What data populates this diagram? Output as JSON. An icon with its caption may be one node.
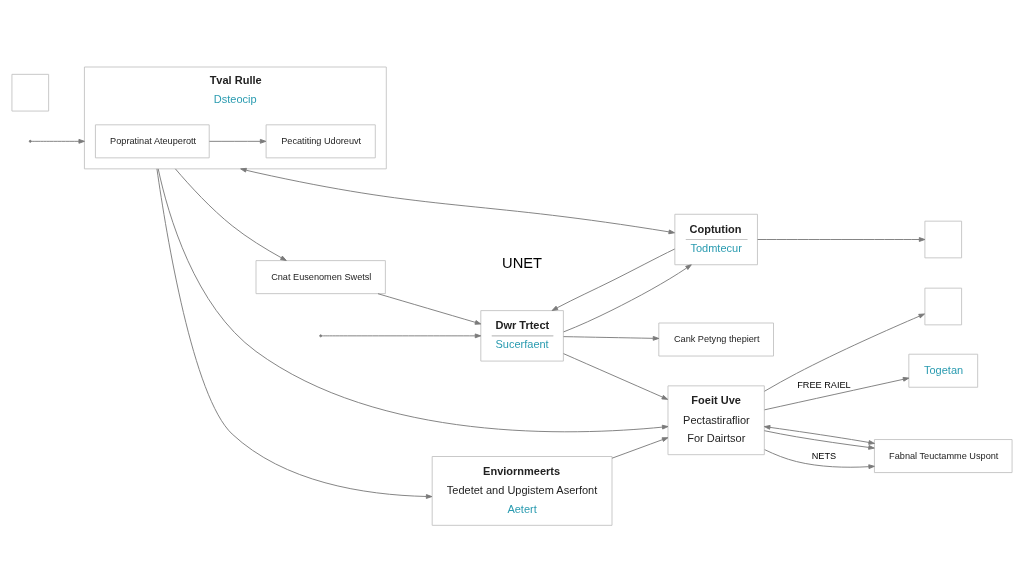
{
  "diagram": {
    "nodes": [
      {
        "text": [
          "Dwr Trtect",
          "Sucerfaent"
        ]
      },
      {
        "text": [
          "Cnat Eusenomen Swetsl"
        ]
      },
      {
        "text": [
          "Cank Petyng thepiert"
        ]
      },
      {
        "text": [],
        "shape": "box"
      },
      {
        "text": [],
        "shape": "box"
      },
      {
        "text": [
          "Tval Rulle",
          "Dsteocip"
        ]
      },
      {
        "text": [
          "Popratinat Ateuperott"
        ],
        "in": 5
      },
      {
        "text": [
          "Pecatiting Udoreuvt"
        ],
        "in": 5
      },
      {
        "text": [],
        "shape": "box"
      },
      {
        "text": [
          "Enviornmeerts",
          "Tedetet and Upgistem Aserfont",
          "Aetert"
        ]
      },
      {
        "text": [
          "Foeit Uve",
          "Pectastiraflior",
          "For Dairtsor"
        ]
      },
      {
        "text": [
          "Togetan"
        ]
      },
      {
        "text": [
          "Coptution",
          "Todmtecur"
        ]
      },
      {
        "text": [
          "Fabnal Teuctamme Uspont"
        ]
      }
    ],
    "edges": [
      {
        "from": null,
        "to": 0,
        "arrow": "to"
      },
      {
        "from": null,
        "to": 5,
        "arrow": "to"
      },
      {
        "from": 5,
        "to": 1,
        "arrow": "to"
      },
      {
        "from": 1,
        "to": 0,
        "arrow": "to"
      },
      {
        "from": 0,
        "to": 2,
        "arrow": "to"
      },
      {
        "from": 6,
        "to": 7,
        "arrow": "to"
      },
      {
        "from": 5,
        "to": 9,
        "arrow": "to"
      },
      {
        "from": 9,
        "to": 10,
        "arrow": "to"
      },
      {
        "from": 0,
        "to": 10,
        "arrow": "to"
      },
      {
        "from": 5,
        "to": 10,
        "arrow": "to"
      },
      {
        "from": 12,
        "to": 0,
        "arrow": "to"
      },
      {
        "from": 12,
        "to": 4,
        "arrow": "to"
      },
      {
        "from": 5,
        "to": 12,
        "arrow": "both"
      },
      {
        "from": 0,
        "to": 12,
        "arrow": "to"
      },
      {
        "from": 10,
        "to": 13,
        "arrow": "to"
      },
      {
        "from": 13,
        "to": 10,
        "arrow": "both"
      },
      {
        "from": 10,
        "to": 3,
        "arrow": "to"
      },
      {
        "from": 10,
        "to": 11,
        "label": "FREE RAIEL",
        "arrow": "to"
      },
      {
        "from": 10,
        "to": 13,
        "label": "NETS",
        "arrow": "to"
      }
    ],
    "labels": [
      "UNET"
    ]
  }
}
